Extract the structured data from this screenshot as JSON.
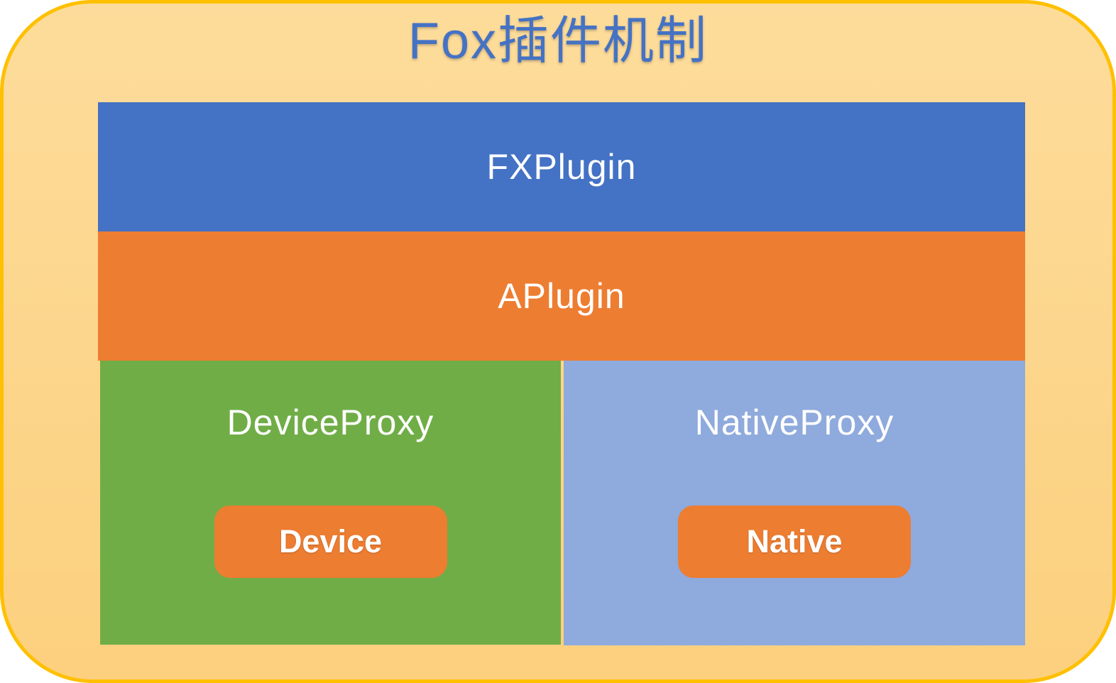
{
  "title": {
    "text": "Fox插件机制",
    "color": "#4472C4"
  },
  "panel": {
    "border_color": "#FFC000",
    "background_top": "#FDDC9B",
    "background_bottom": "#FCD07E"
  },
  "text_color": "#FFFFFF",
  "blocks": {
    "fxplugin": {
      "label": "FXPlugin",
      "bg": "#4472C4"
    },
    "aplugin": {
      "label": "APlugin",
      "bg": "#ED7D31"
    },
    "deviceproxy": {
      "label": "DeviceProxy",
      "bg": "#70AD47",
      "chip": {
        "label": "Device",
        "bg": "#ED7D31"
      }
    },
    "nativeproxy": {
      "label": "NativeProxy",
      "bg": "#8FAADC",
      "chip": {
        "label": "Native",
        "bg": "#ED7D31"
      }
    }
  }
}
